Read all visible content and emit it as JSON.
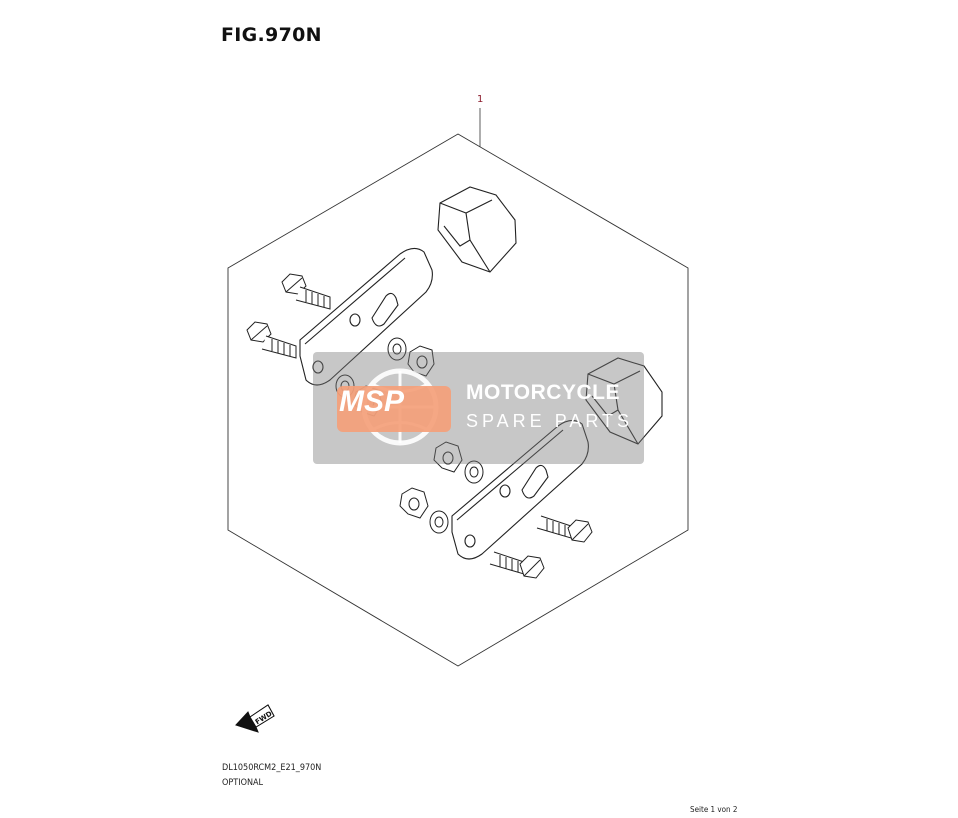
{
  "figure": {
    "title": "FIG.970N",
    "callout_number": "1"
  },
  "footer": {
    "model_code": "DL1050RCM2_E21_970N",
    "note": "OPTIONAL",
    "page_info": "Seite 1 von 2"
  },
  "fwd_label": "FWD",
  "watermark": {
    "logo": "MSP",
    "line1": "MOTORCYCLE",
    "line2": "SPARE PARTS",
    "color": "#f4a07a"
  }
}
